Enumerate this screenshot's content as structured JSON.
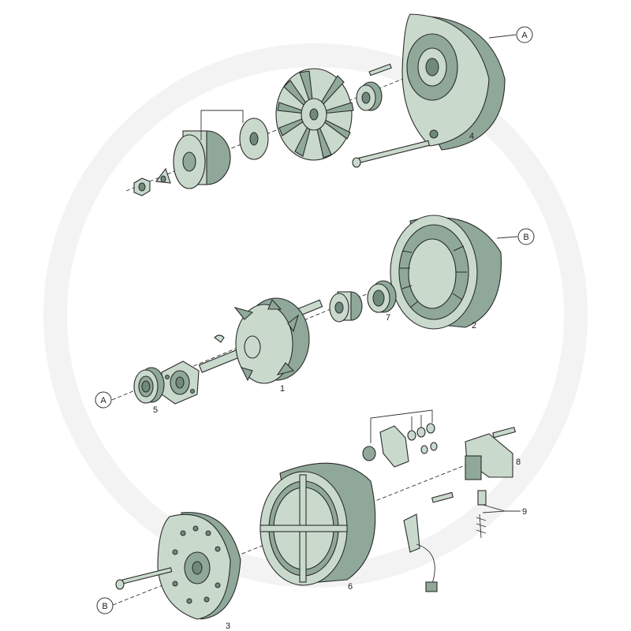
{
  "diagram": {
    "colors": {
      "part_fill": "#c9dacd",
      "part_shade": "#8fa89a",
      "line": "#2b2b2b"
    },
    "callouts": {
      "ref_a_top": "A",
      "part_4": "4",
      "ref_b_top": "B",
      "part_7": "7",
      "part_2": "2",
      "part_1": "1",
      "part_5": "5",
      "ref_a_bottom": "A",
      "part_8": "8",
      "part_9": "9",
      "part_6": "6",
      "part_3": "3",
      "ref_b_bottom": "B"
    }
  }
}
